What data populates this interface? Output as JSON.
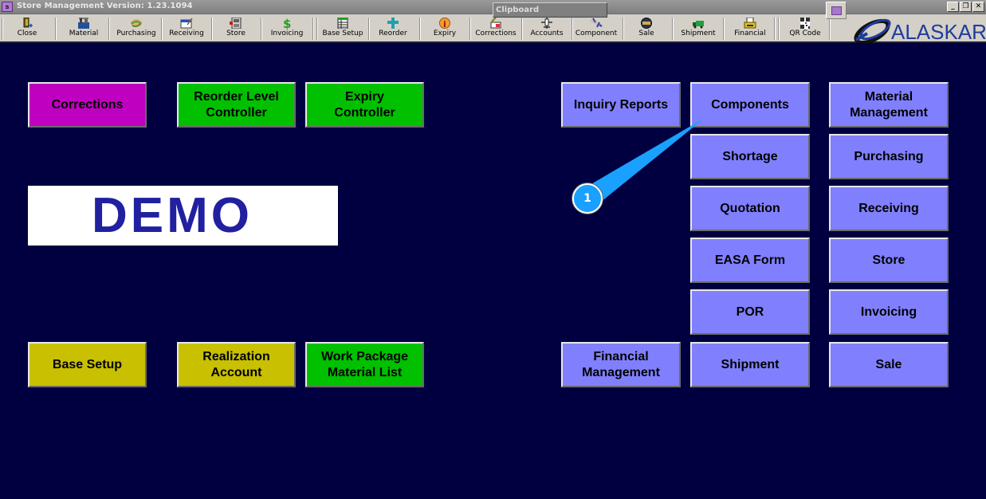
{
  "window": {
    "title": "Store Management  Version: 1.23.1094",
    "app_icon_letter": "s",
    "controls": [
      "_",
      "❐",
      "✕"
    ]
  },
  "popup": {
    "label": "Clipboard"
  },
  "toolbar": {
    "items": [
      {
        "label": "Close",
        "icon": "exit-door-icon"
      },
      {
        "label": "Material",
        "icon": "material-icon"
      },
      {
        "label": "Purchasing",
        "icon": "handshake-icon"
      },
      {
        "label": "Receiving",
        "icon": "receiving-icon"
      },
      {
        "label": "Store",
        "icon": "store-icon"
      },
      {
        "label": "Invoicing",
        "icon": "dollar-icon"
      },
      {
        "label": "Base Setup",
        "icon": "table-icon"
      },
      {
        "label": "Reorder",
        "icon": "plus-icon"
      },
      {
        "label": "Expiry",
        "icon": "info-icon"
      },
      {
        "label": "Corrections",
        "icon": "corrections-icon"
      },
      {
        "label": "Accounts",
        "icon": "airplane-outline-icon"
      },
      {
        "label": "Component",
        "icon": "airplane-icon"
      },
      {
        "label": "Sale",
        "icon": "sale-coin-icon"
      },
      {
        "label": "Shipment",
        "icon": "truck-icon"
      },
      {
        "label": "Financial",
        "icon": "printer-icon"
      },
      {
        "label": "QR Code",
        "icon": "qr-code-icon"
      }
    ]
  },
  "logo": {
    "text": "ALASKAR"
  },
  "left_buttons": {
    "corrections": "Corrections",
    "reorder_level_controller": "Reorder Level\nController",
    "expiry_controller": "Expiry\nController",
    "base_setup": "Base Setup",
    "realization_account": "Realization\nAccount",
    "work_package_material_list": "Work Package\nMaterial List"
  },
  "watermark": {
    "text": "DEMO"
  },
  "right_buttons": {
    "inquiry_reports": "Inquiry Reports",
    "financial_management": "Financial\nManagement",
    "components": "Components",
    "shortage": "Shortage",
    "quotation": "Quotation",
    "easa_form": "EASA Form",
    "por": "POR",
    "shipment": "Shipment",
    "material_management": "Material\nManagement",
    "purchasing": "Purchasing",
    "receiving": "Receiving",
    "store": "Store",
    "invoicing": "Invoicing",
    "sale": "Sale"
  },
  "annotation": {
    "number": "1"
  },
  "colors": {
    "background": "#000040",
    "magenta_button": "#c000c0",
    "green_button": "#00c000",
    "olive_button": "#c8c000",
    "blue_button": "#8080ff",
    "callout": "#1aa0ff",
    "demo_text": "#2020a0",
    "logo": "#1e3c9c"
  }
}
